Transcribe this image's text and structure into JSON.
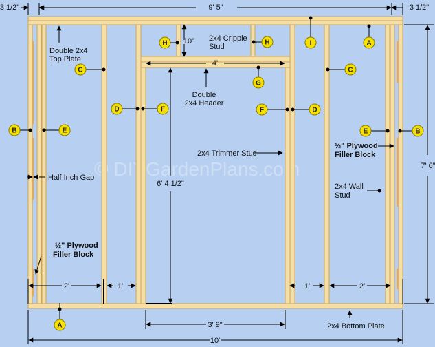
{
  "colors": {
    "background": "#b7cff0",
    "lumber": "#f6dfa6",
    "lumber_edge": "#c8a55a",
    "plywood": "#f4a63a",
    "callout": "#f5e000",
    "line": "#000000"
  },
  "dimensions": {
    "left_gap": "3 1/2\"",
    "top_width": "9' 5\"",
    "right_gap": "3 1/2\"",
    "cripple_height": "10\"",
    "header_width": "4'",
    "wall_height": "7' 6\"",
    "opening_height": "6' 4 1/2\"",
    "left_stud_spacing": "2'",
    "left_inner_spacing": "1'",
    "right_inner_spacing": "1'",
    "right_stud_spacing": "2'",
    "opening_width": "3' 9\"",
    "total_width": "10'"
  },
  "labels": {
    "top_plate": [
      "Double 2x4",
      "Top Plate"
    ],
    "cripple_stud": [
      "2x4 Cripple",
      "Stud"
    ],
    "header": [
      "Double",
      "2x4 Header"
    ],
    "trimmer_stud": "2x4 Trimmer Stud",
    "half_inch_gap": "Half Inch Gap",
    "plywood_filler_right": [
      "½\" Plywood",
      "Filler Block"
    ],
    "plywood_filler_left": [
      "½\" Plywood",
      "Filler Block"
    ],
    "wall_stud": [
      "2x4 Wall",
      "Stud"
    ],
    "bottom_plate": "2x4 Bottom Plate"
  },
  "callouts": {
    "A": "A",
    "B": "B",
    "C": "C",
    "D": "D",
    "E": "E",
    "F": "F",
    "G": "G",
    "H": "H",
    "I": "I"
  },
  "watermark": "© DIYGardenPlans.com"
}
